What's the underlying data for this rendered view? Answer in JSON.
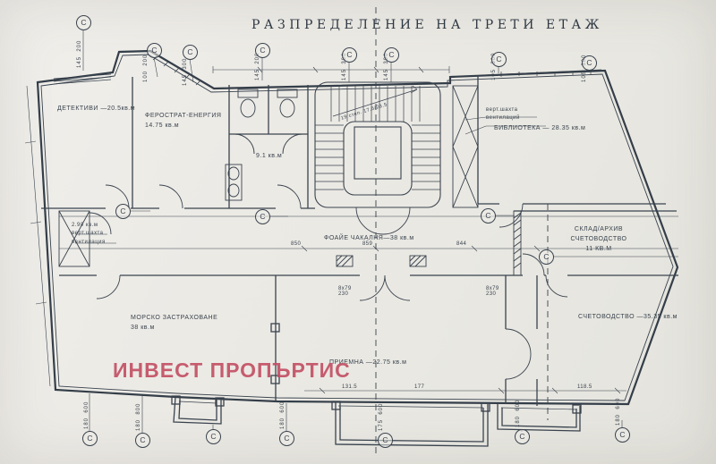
{
  "title": "РАЗПРЕДЕЛЕНИЕ НА ТРЕТИ ЕТАЖ",
  "watermark": "ИНВЕСТ ПРОПЪРТИС",
  "colors": {
    "paper": "#ebeae5",
    "ink": "#39434e",
    "watermark": "#c24d62"
  },
  "axis": {
    "letter": "С"
  },
  "rooms": {
    "detectives": "ДЕТЕКТИВИ  —20.5кв.м",
    "energy": "ФЕРОСТРАТ-ЕНЕРГИЯ\n14.75 кв.м",
    "wc": "9.1 кв.м",
    "library": "БИБЛИОТЕКА  — 28.35 кв.м",
    "foyer": "ФОАЙЕ ЧАКАЛНЯ—38 кв.м",
    "storage": "СКЛАД/АРХИВ\nСЧЕТОВОДСТВО\n11 КВ.М",
    "marine": "МОРСКО ЗАСТРАХОВАНЕ\n38 кв.м",
    "reception": "ПРИЕМНА  —22.75 кв.м",
    "accounting": "СЧЕТОВОДСТВО  —35.35 кв.м"
  },
  "annotations": {
    "shaft_right": "верт.шахта\nвентилаций",
    "shaft_left": "2.90 кв.м\nверт.шахта\nвентилация",
    "stairs": "19 степ. 17.5/28.5",
    "door_left": "8х79\n230",
    "door_right": "8х79\n230"
  },
  "dims": {
    "t1": "145  200",
    "t2": "100  200",
    "t3": "145  300",
    "t4": "145  200",
    "t5": "145  300",
    "t6": "145  300",
    "t7": "105  300",
    "t8": "105  300",
    "b1": "180  600",
    "b2": "180  800",
    "b3": "180  600",
    "b4": "175  600",
    "b5": "180  600",
    "b6": "180  600",
    "c1": "850",
    "c2": "859",
    "c3": "844",
    "w1": "131.5",
    "w2": "177",
    "w3": "118.5"
  }
}
